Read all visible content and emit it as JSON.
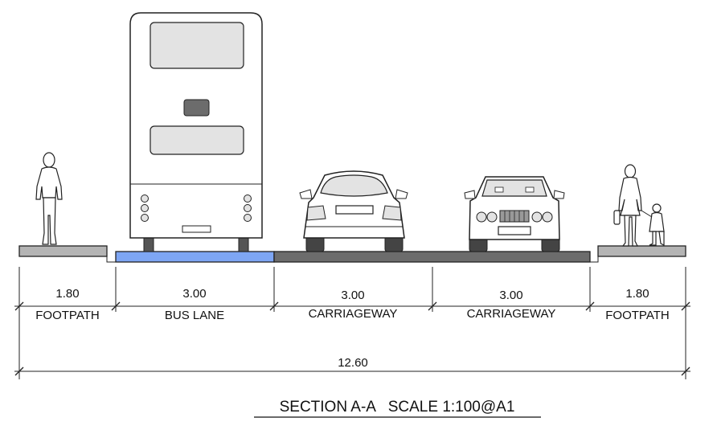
{
  "section": {
    "widths": [
      "1.80",
      "3.00",
      "3.00",
      "3.00",
      "1.80"
    ],
    "names": [
      "FOOTPATH",
      "BUS LANE",
      "CARRIAGEWAY",
      "CARRIAGEWAY",
      "FOOTPATH"
    ],
    "total": "12.60"
  },
  "title": "SECTION A-A   SCALE 1:100@A1",
  "colors": {
    "bus_lane": "#7ea6f4",
    "carriageway": "#6c6c6c",
    "footpath": "#b4b4b4",
    "window": "#e3e3e3"
  },
  "icons": [
    "pedestrian-man-icon",
    "double-decker-bus-icon",
    "car-rear-icon",
    "car-front-icon",
    "pedestrian-woman-child-icon"
  ]
}
